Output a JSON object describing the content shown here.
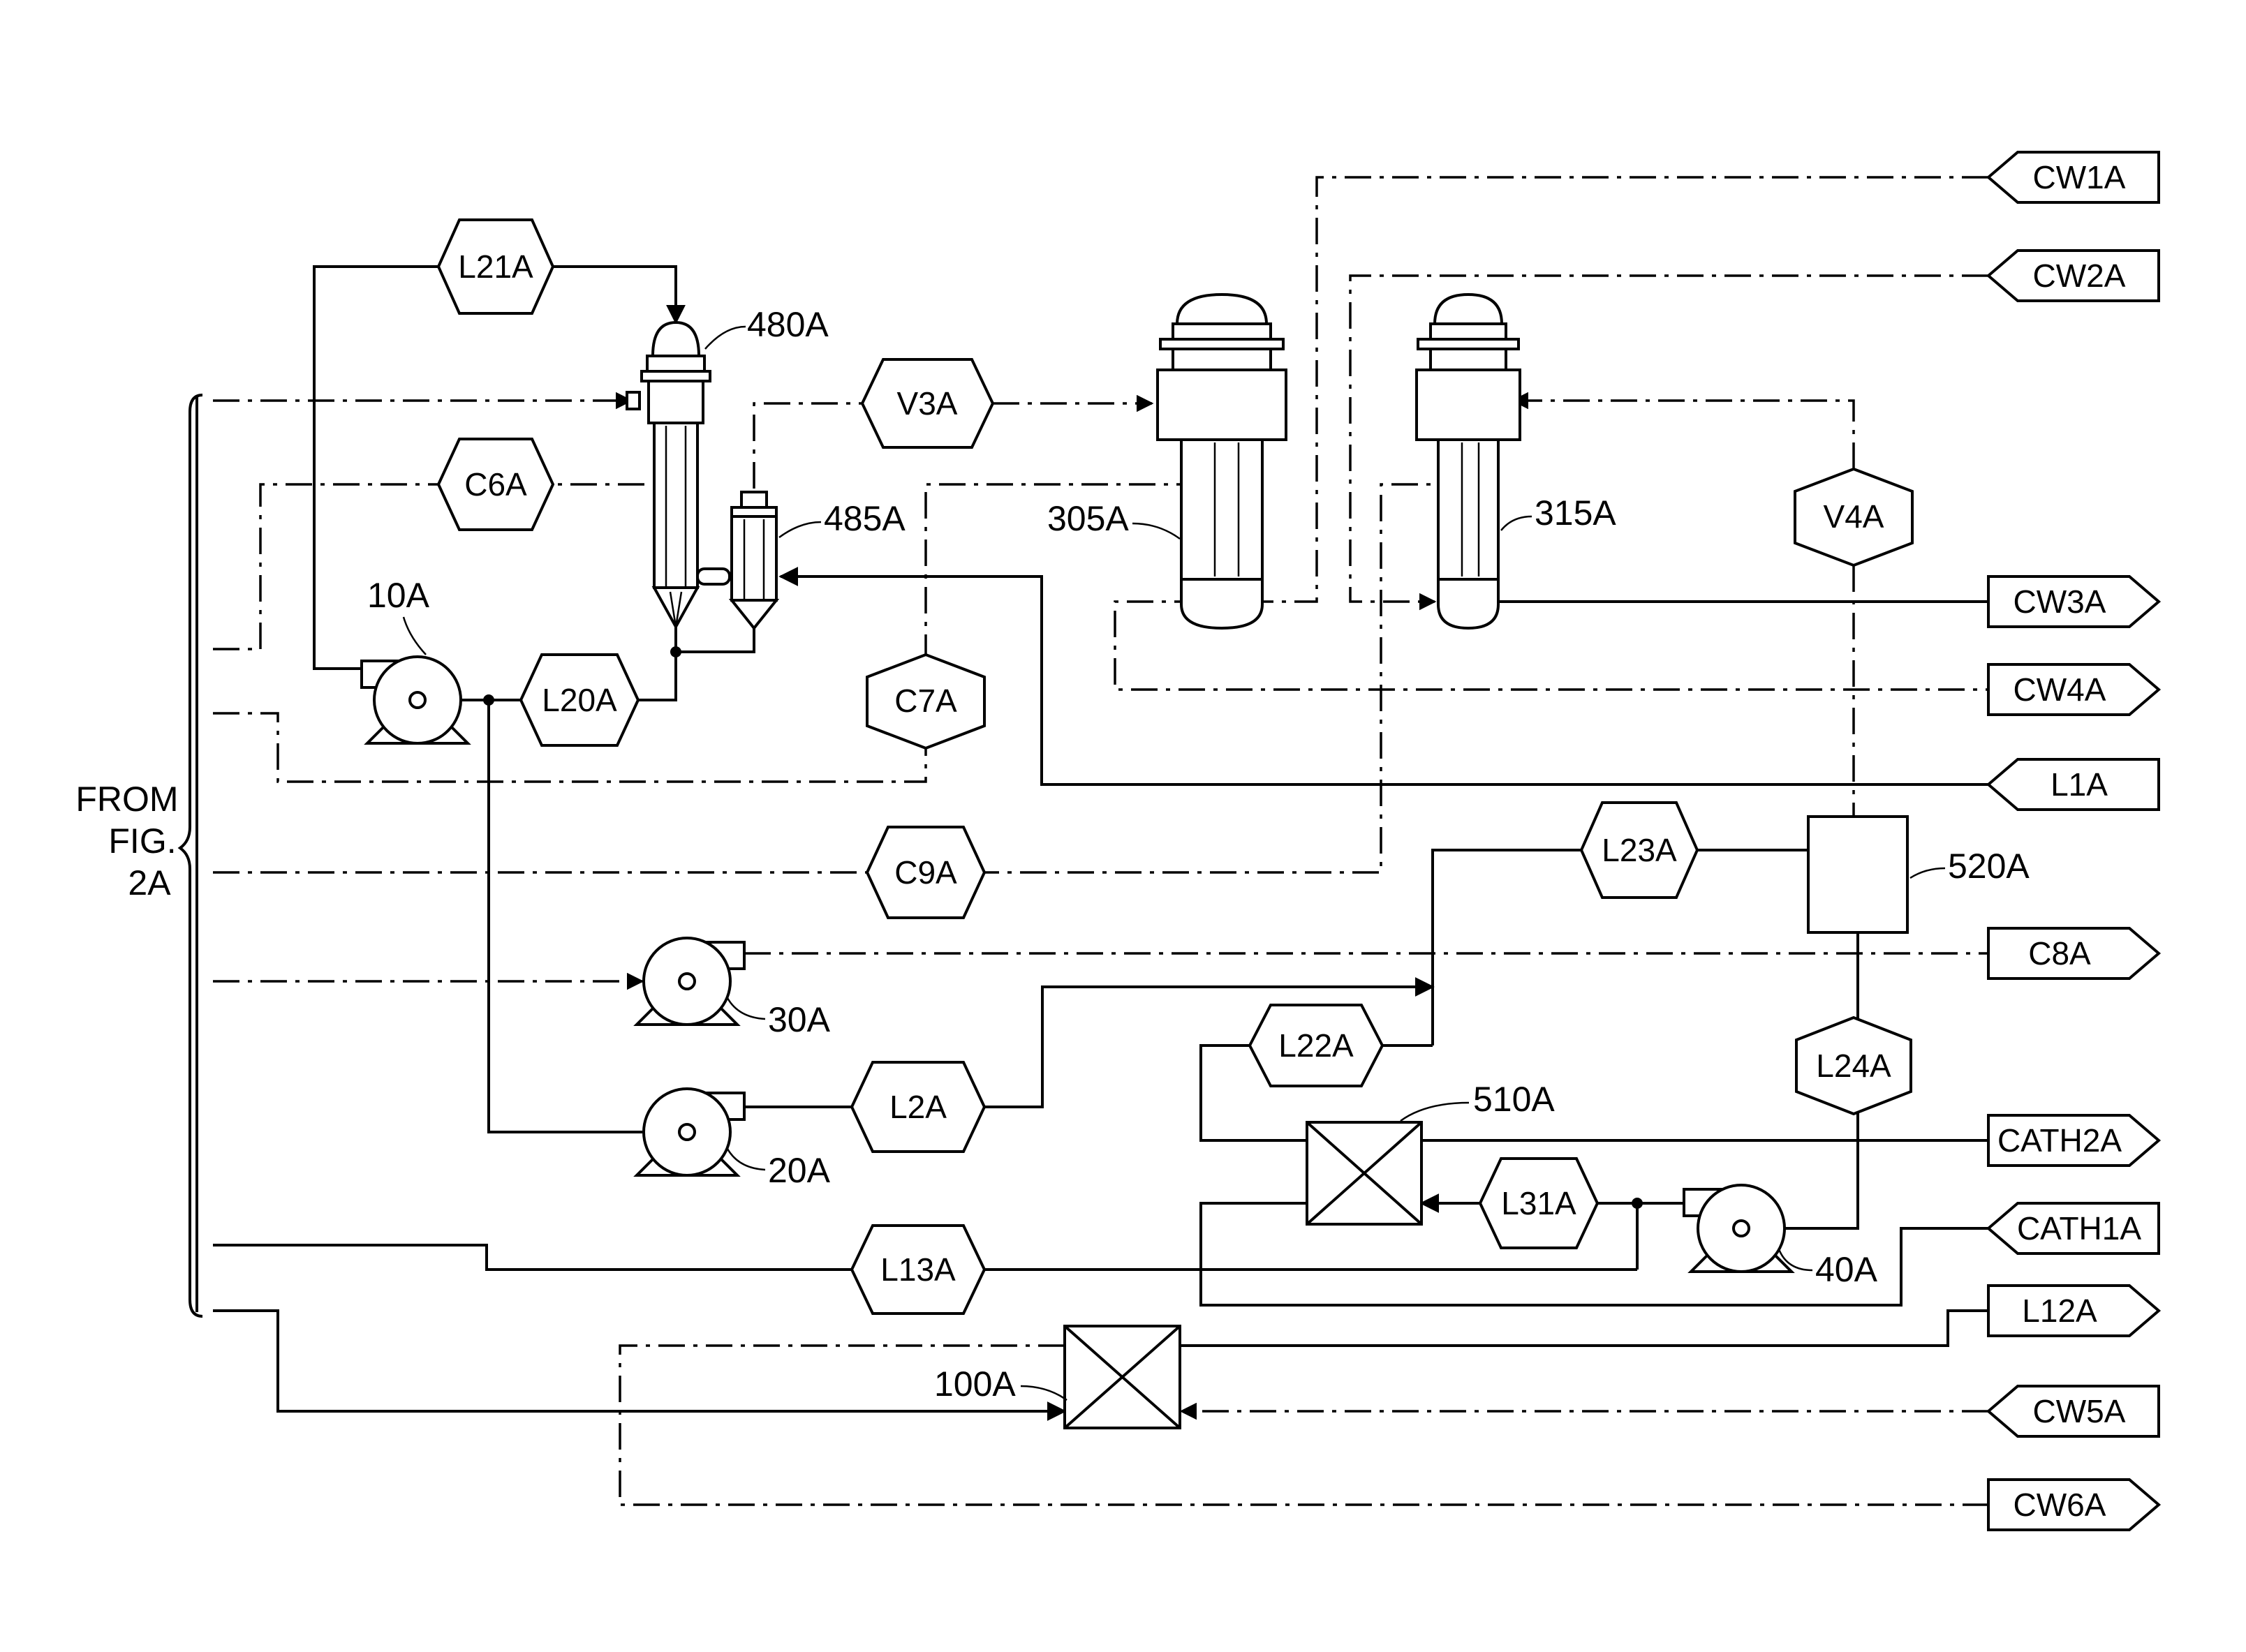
{
  "figure": {
    "from_note": [
      "FROM",
      "FIG.",
      "2A"
    ]
  },
  "equipment_labels": {
    "pump_10": "10A",
    "pump_20": "20A",
    "pump_30": "30A",
    "pump_40": "40A",
    "column_480": "480A",
    "separator_485": "485A",
    "condenser_305": "305A",
    "condenser_315": "315A",
    "vessel_520": "520A",
    "exchanger_510": "510A",
    "exchanger_100": "100A"
  },
  "stream_tags": {
    "l21": "L21A",
    "c6": "C6A",
    "v3": "V3A",
    "l20": "L20A",
    "c7": "C7A",
    "c9": "C9A",
    "v4": "V4A",
    "l23": "L23A",
    "l2": "L2A",
    "l22": "L22A",
    "l24": "L24A",
    "l31": "L31A",
    "l13": "L13A"
  },
  "offpage_connectors": {
    "cw1": "CW1A",
    "cw2": "CW2A",
    "cw3": "CW3A",
    "cw4": "CW4A",
    "l1": "L1A",
    "c8": "C8A",
    "cath2": "CATH2A",
    "cath1": "CATH1A",
    "l12": "L12A",
    "cw5": "CW5A",
    "cw6": "CW6A"
  }
}
